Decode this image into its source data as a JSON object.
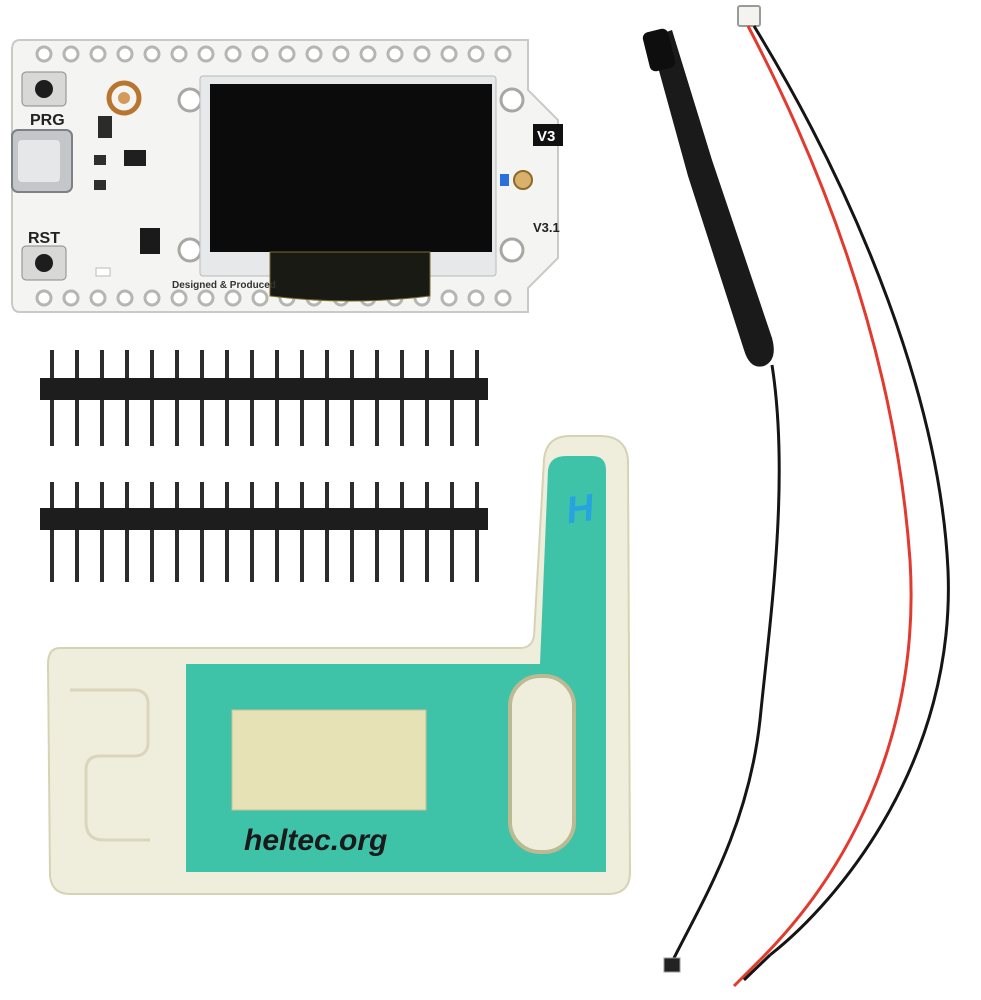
{
  "board": {
    "prg_label": "PRG",
    "rst_label": "RST",
    "version_badge": "V3",
    "revision_label": "V3.1",
    "credit_text": "Designed & Produced"
  },
  "case": {
    "brand_text": "heltec.org",
    "logo_letter": "H"
  },
  "colors": {
    "pcb": "#f4f4f2",
    "screen": "#0b0b0b",
    "case_shell": "#efeedd",
    "case_label": "#3fc3a8",
    "window": "#e6e2b6",
    "wire_red": "#e23a2e",
    "wire_black": "#151515"
  }
}
